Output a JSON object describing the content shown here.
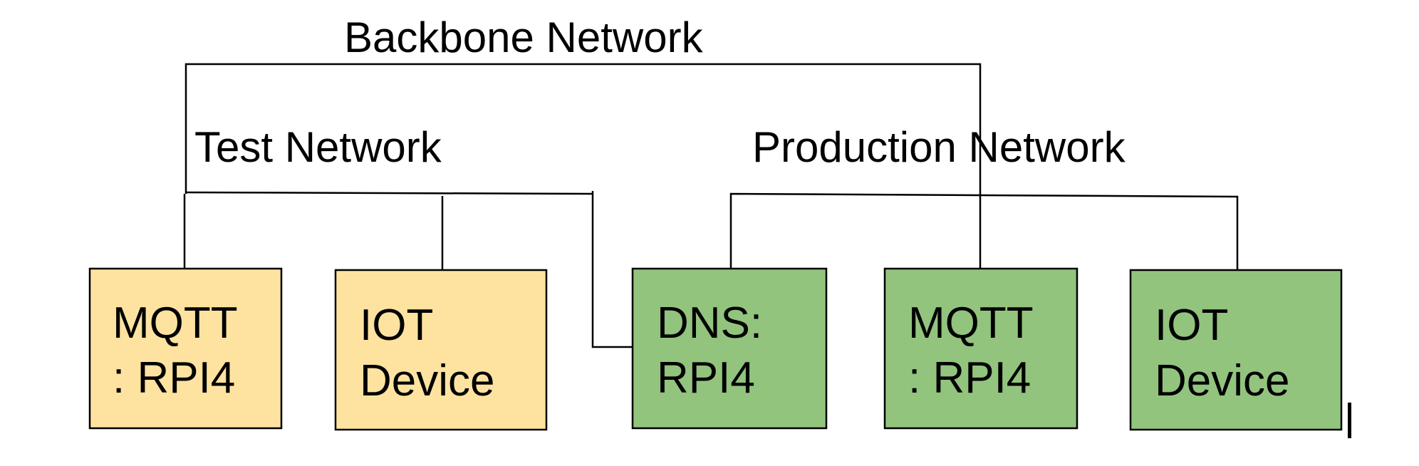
{
  "networks": {
    "backbone": {
      "label": "Backbone Network"
    },
    "test": {
      "label": "Test Network"
    },
    "production": {
      "label": "Production Network"
    }
  },
  "nodes": [
    {
      "id": "test-mqtt",
      "network": "test",
      "lines": [
        "MQTT",
        ": RPI4"
      ],
      "color": "#fee3a0"
    },
    {
      "id": "test-iot",
      "network": "test",
      "lines": [
        "IOT",
        "Device"
      ],
      "color": "#fee3a0"
    },
    {
      "id": "prod-dns",
      "network": "production",
      "lines": [
        "DNS:",
        "RPI4"
      ],
      "color": "#92c47d"
    },
    {
      "id": "prod-mqtt",
      "network": "production",
      "lines": [
        "MQTT",
        ": RPI4"
      ],
      "color": "#92c47d"
    },
    {
      "id": "prod-iot",
      "network": "production",
      "lines": [
        "IOT",
        "Device"
      ],
      "color": "#92c47d"
    }
  ],
  "colors": {
    "test_node_fill": "#fee3a0",
    "production_node_fill": "#92c47d",
    "line": "#000000"
  }
}
